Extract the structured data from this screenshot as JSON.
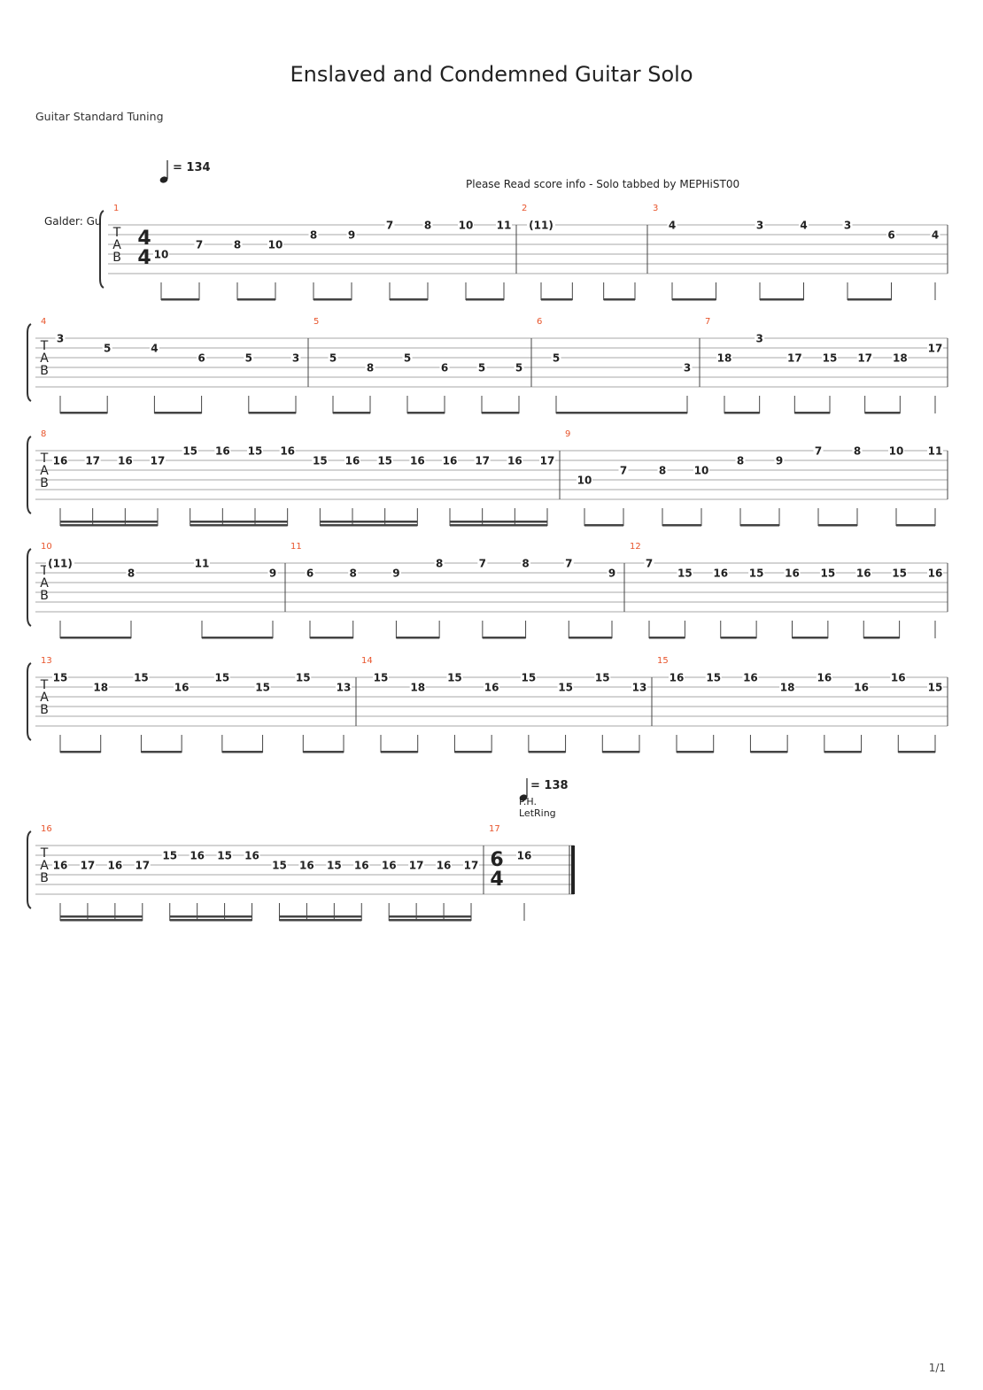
{
  "score": {
    "title": "Enslaved and Condemned Guitar Solo",
    "tuning": "Guitar Standard Tuning",
    "track_label": "Galder: Gu",
    "score_info": "Please Read score info - Solo tabbed by MEPHiST00",
    "tempo_initial": "= 134",
    "tempo_final": "= 138",
    "time_sig_initial": [
      "4",
      "4"
    ],
    "time_sig_final": [
      "6",
      "4"
    ],
    "pm_label": "P.H.",
    "letring_label": "LetRing",
    "page_number": "1/1",
    "tab_letters": [
      "T",
      "A",
      "B"
    ]
  },
  "colors": {
    "measure_number": "#e8542b",
    "staff": "#555555",
    "text": "#222222"
  },
  "systems": [
    {
      "measures": [
        {
          "number": "1",
          "notes": [
            {
              "f": "10",
              "s": 4
            },
            {
              "f": "7",
              "s": 3
            },
            {
              "f": "8",
              "s": 3
            },
            {
              "f": "10",
              "s": 3
            },
            {
              "f": "8",
              "s": 2
            },
            {
              "f": "9",
              "s": 2
            },
            {
              "f": "7",
              "s": 1
            },
            {
              "f": "8",
              "s": 1
            },
            {
              "f": "10",
              "s": 1
            },
            {
              "f": "11",
              "s": 1
            }
          ]
        },
        {
          "number": "2",
          "notes": [
            {
              "f": "(11)",
              "s": 1
            },
            {
              "f": "",
              "s": 1
            },
            {
              "f": "",
              "s": 1
            },
            {
              "f": "",
              "s": 1
            }
          ]
        },
        {
          "number": "3",
          "notes": [
            {
              "f": "4",
              "s": 1
            },
            {
              "f": "",
              "s": 1
            },
            {
              "f": "3",
              "s": 1
            },
            {
              "f": "4",
              "s": 1
            },
            {
              "f": "3",
              "s": 1
            },
            {
              "f": "6",
              "s": 2
            },
            {
              "f": "4",
              "s": 2
            }
          ]
        }
      ]
    },
    {
      "measures": [
        {
          "number": "4",
          "notes": [
            {
              "f": "3",
              "s": 1
            },
            {
              "f": "5",
              "s": 2
            },
            {
              "f": "4",
              "s": 2
            },
            {
              "f": "6",
              "s": 3
            },
            {
              "f": "5",
              "s": 3
            },
            {
              "f": "3",
              "s": 3
            }
          ]
        },
        {
          "number": "5",
          "notes": [
            {
              "f": "5",
              "s": 3
            },
            {
              "f": "8",
              "s": 4
            },
            {
              "f": "5",
              "s": 3
            },
            {
              "f": "6",
              "s": 4
            },
            {
              "f": "5",
              "s": 4
            },
            {
              "f": "5",
              "s": 4
            }
          ]
        },
        {
          "number": "6",
          "notes": [
            {
              "f": "5",
              "s": 3
            },
            {
              "f": "3",
              "s": 4
            }
          ]
        },
        {
          "number": "7",
          "notes": [
            {
              "f": "18",
              "s": 3
            },
            {
              "f": "3",
              "s": 1
            },
            {
              "f": "17",
              "s": 3
            },
            {
              "f": "15",
              "s": 3
            },
            {
              "f": "17",
              "s": 3
            },
            {
              "f": "18",
              "s": 3
            },
            {
              "f": "17",
              "s": 2
            }
          ]
        }
      ]
    },
    {
      "measures": [
        {
          "number": "8",
          "notes": [
            {
              "f": "16",
              "s": 2
            },
            {
              "f": "17",
              "s": 2
            },
            {
              "f": "16",
              "s": 2
            },
            {
              "f": "17",
              "s": 2
            },
            {
              "f": "15",
              "s": 1
            },
            {
              "f": "16",
              "s": 1
            },
            {
              "f": "15",
              "s": 1
            },
            {
              "f": "16",
              "s": 1
            },
            {
              "f": "15",
              "s": 2
            },
            {
              "f": "16",
              "s": 2
            },
            {
              "f": "15",
              "s": 2
            },
            {
              "f": "16",
              "s": 2
            },
            {
              "f": "16",
              "s": 2
            },
            {
              "f": "17",
              "s": 2
            },
            {
              "f": "16",
              "s": 2
            },
            {
              "f": "17",
              "s": 2
            }
          ]
        },
        {
          "number": "9",
          "notes": [
            {
              "f": "10",
              "s": 4
            },
            {
              "f": "7",
              "s": 3
            },
            {
              "f": "8",
              "s": 3
            },
            {
              "f": "10",
              "s": 3
            },
            {
              "f": "8",
              "s": 2
            },
            {
              "f": "9",
              "s": 2
            },
            {
              "f": "7",
              "s": 1
            },
            {
              "f": "8",
              "s": 1
            },
            {
              "f": "10",
              "s": 1
            },
            {
              "f": "11",
              "s": 1
            }
          ]
        }
      ]
    },
    {
      "measures": [
        {
          "number": "10",
          "notes": [
            {
              "f": "(11)",
              "s": 1
            },
            {
              "f": "8",
              "s": 2
            },
            {
              "f": "11",
              "s": 1
            },
            {
              "f": "9",
              "s": 2
            }
          ]
        },
        {
          "number": "11",
          "notes": [
            {
              "f": "6",
              "s": 2
            },
            {
              "f": "8",
              "s": 2
            },
            {
              "f": "9",
              "s": 2
            },
            {
              "f": "8",
              "s": 1
            },
            {
              "f": "7",
              "s": 1
            },
            {
              "f": "8",
              "s": 1
            },
            {
              "f": "7",
              "s": 1
            },
            {
              "f": "9",
              "s": 2
            }
          ]
        },
        {
          "number": "12",
          "notes": [
            {
              "f": "7",
              "s": 1
            },
            {
              "f": "15",
              "s": 2
            },
            {
              "f": "16",
              "s": 2
            },
            {
              "f": "15",
              "s": 2
            },
            {
              "f": "16",
              "s": 2
            },
            {
              "f": "15",
              "s": 2
            },
            {
              "f": "16",
              "s": 2
            },
            {
              "f": "15",
              "s": 2
            },
            {
              "f": "16",
              "s": 2
            }
          ]
        }
      ]
    },
    {
      "measures": [
        {
          "number": "13",
          "notes": [
            {
              "f": "15",
              "s": 1
            },
            {
              "f": "18",
              "s": 2
            },
            {
              "f": "15",
              "s": 1
            },
            {
              "f": "16",
              "s": 2
            },
            {
              "f": "15",
              "s": 1
            },
            {
              "f": "15",
              "s": 2
            },
            {
              "f": "15",
              "s": 1
            },
            {
              "f": "13",
              "s": 2
            }
          ]
        },
        {
          "number": "14",
          "notes": [
            {
              "f": "15",
              "s": 1
            },
            {
              "f": "18",
              "s": 2
            },
            {
              "f": "15",
              "s": 1
            },
            {
              "f": "16",
              "s": 2
            },
            {
              "f": "15",
              "s": 1
            },
            {
              "f": "15",
              "s": 2
            },
            {
              "f": "15",
              "s": 1
            },
            {
              "f": "13",
              "s": 2
            }
          ]
        },
        {
          "number": "15",
          "notes": [
            {
              "f": "16",
              "s": 1
            },
            {
              "f": "15",
              "s": 1
            },
            {
              "f": "16",
              "s": 1
            },
            {
              "f": "18",
              "s": 2
            },
            {
              "f": "16",
              "s": 1
            },
            {
              "f": "16",
              "s": 2
            },
            {
              "f": "16",
              "s": 1
            },
            {
              "f": "15",
              "s": 2
            }
          ]
        }
      ]
    },
    {
      "measures": [
        {
          "number": "16",
          "notes": [
            {
              "f": "16",
              "s": 3
            },
            {
              "f": "17",
              "s": 3
            },
            {
              "f": "16",
              "s": 3
            },
            {
              "f": "17",
              "s": 3
            },
            {
              "f": "15",
              "s": 2
            },
            {
              "f": "16",
              "s": 2
            },
            {
              "f": "15",
              "s": 2
            },
            {
              "f": "16",
              "s": 2
            },
            {
              "f": "15",
              "s": 3
            },
            {
              "f": "16",
              "s": 3
            },
            {
              "f": "15",
              "s": 3
            },
            {
              "f": "16",
              "s": 3
            },
            {
              "f": "16",
              "s": 3
            },
            {
              "f": "17",
              "s": 3
            },
            {
              "f": "16",
              "s": 3
            },
            {
              "f": "17",
              "s": 3
            }
          ]
        },
        {
          "number": "17",
          "notes": [
            {
              "f": "16",
              "s": 2
            }
          ]
        }
      ]
    }
  ]
}
